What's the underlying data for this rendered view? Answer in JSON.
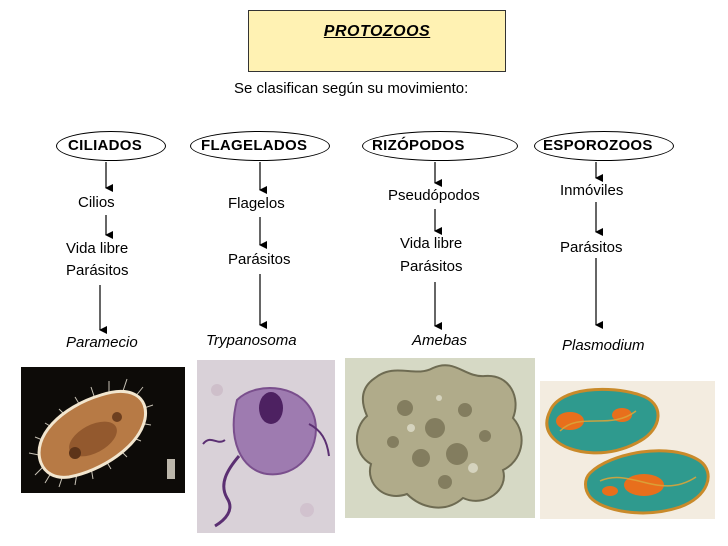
{
  "title": "PROTOZOOS",
  "subtitle": "Se clasifican según su movimiento:",
  "groups": [
    {
      "name": "CILIADOS",
      "locomotion": "Cilios",
      "lifestyle_1": "Vida libre",
      "lifestyle_2": "Parásitos",
      "example": "Paramecio"
    },
    {
      "name": "FLAGELADOS",
      "locomotion": "Flagelos",
      "lifestyle_1": "Parásitos",
      "example": "Trypanosoma"
    },
    {
      "name": "RIZÓPODOS",
      "locomotion": "Pseudópodos",
      "lifestyle_1": "Vida libre",
      "lifestyle_2": "Parásitos",
      "example": "Amebas"
    },
    {
      "name": "ESPOROZOOS",
      "locomotion": "Inmóviles",
      "lifestyle_1": "Parásitos",
      "example": "Plasmodium"
    }
  ],
  "photos": [
    "paramecium-photo",
    "trypanosoma-photo",
    "amoeba-photo",
    "plasmodium-photo"
  ]
}
